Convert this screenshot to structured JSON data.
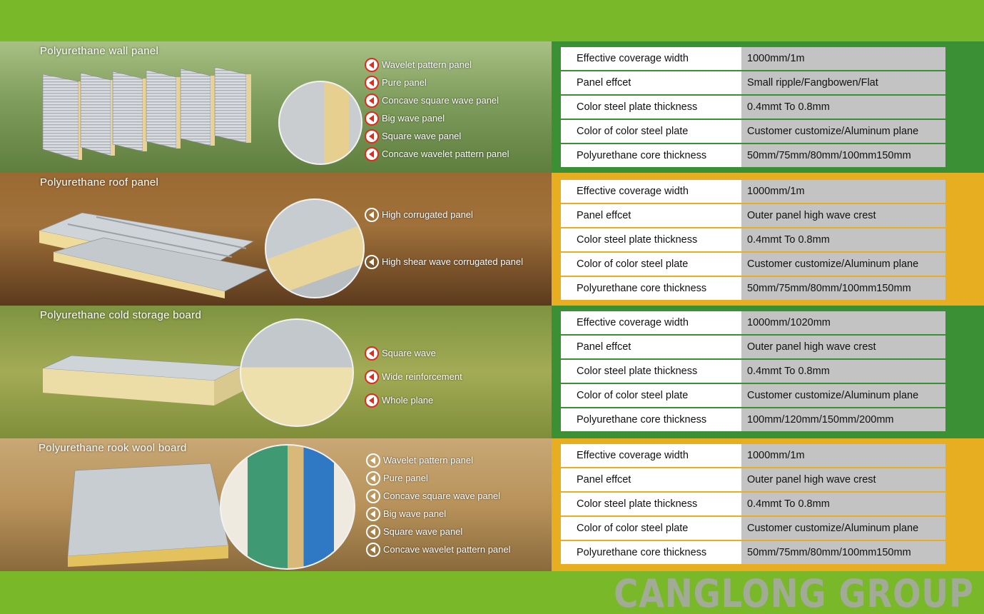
{
  "colors": {
    "band_green": "#79b929",
    "spec_green": "#3b8f34",
    "spec_orange": "#e8ae22",
    "arrow_red": "#e02c1f"
  },
  "brand": "CANGLONG GROUP",
  "sections": [
    {
      "title": "Polyurethane wall panel",
      "labels": [
        "Wavelet pattern panel",
        "Pure panel",
        "Concave square wave panel",
        "Big wave panel",
        "Square wave panel",
        "Concave wavelet pattern panel"
      ],
      "specs": [
        {
          "key": "Effective coverage width",
          "value": "1000mm/1m"
        },
        {
          "key": "Panel effcet",
          "value": "Small ripple/Fangbowen/Flat"
        },
        {
          "key": "Color steel plate thickness",
          "value": "0.4mmt To 0.8mm"
        },
        {
          "key": "Color of color steel plate",
          "value": "Customer customize/Aluminum plane"
        },
        {
          "key": "Polyurethane core thickness",
          "value": "50mm/75mm/80mm/100mm150mm"
        }
      ]
    },
    {
      "title": "Polyurethane roof panel",
      "labels": [
        "High corrugated panel",
        "High shear wave corrugated panel"
      ],
      "specs": [
        {
          "key": "Effective coverage width",
          "value": "1000mm/1m"
        },
        {
          "key": "Panel effcet",
          "value": "Outer panel high wave crest"
        },
        {
          "key": "Color steel plate thickness",
          "value": "0.4mmt To 0.8mm"
        },
        {
          "key": "Color of color steel plate",
          "value": "Customer customize/Aluminum plane"
        },
        {
          "key": "Polyurethane core thickness",
          "value": "50mm/75mm/80mm/100mm150mm"
        }
      ]
    },
    {
      "title": "Polyurethane cold storage board",
      "labels": [
        "Square wave",
        "Wide reinforcement",
        "Whole plane"
      ],
      "specs": [
        {
          "key": "Effective coverage width",
          "value": "1000mm/1020mm"
        },
        {
          "key": "Panel effcet",
          "value": "Outer panel high wave crest"
        },
        {
          "key": "Color steel plate thickness",
          "value": "0.4mmt To 0.8mm"
        },
        {
          "key": "Color of color steel plate",
          "value": "Customer customize/Aluminum plane"
        },
        {
          "key": "Polyurethane core thickness",
          "value": "100mm/120mm/150mm/200mm"
        }
      ]
    },
    {
      "title": "Polyurethane rook wool board",
      "labels": [
        "Wavelet pattern panel",
        "Pure panel",
        "Concave square wave panel",
        "Big wave panel",
        "Square wave panel",
        "Concave wavelet pattern panel"
      ],
      "specs": [
        {
          "key": "Effective coverage width",
          "value": "1000mm/1m"
        },
        {
          "key": "Panel effcet",
          "value": "Outer panel high wave crest"
        },
        {
          "key": "Color steel plate thickness",
          "value": "0.4mmt To 0.8mm"
        },
        {
          "key": "Color of color steel plate",
          "value": "Customer customize/Aluminum plane"
        },
        {
          "key": "Polyurethane core thickness",
          "value": "50mm/75mm/80mm/100mm150mm"
        }
      ]
    }
  ]
}
